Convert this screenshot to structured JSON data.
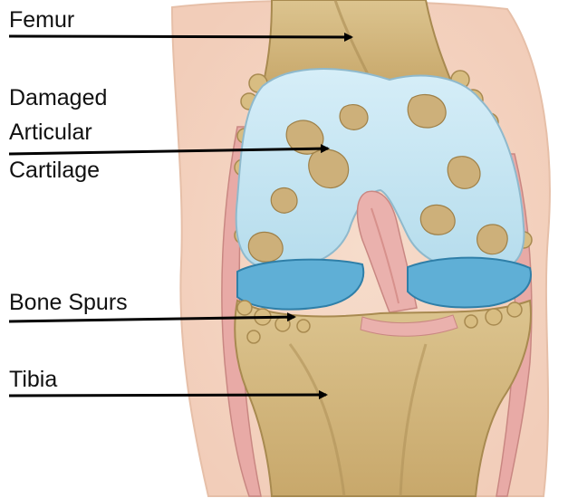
{
  "labels": {
    "femur": "Femur",
    "cartilage_line1": "Damaged",
    "cartilage_line2": "Articular",
    "cartilage_line3": "Cartilage",
    "bone_spurs": "Bone Spurs",
    "tibia": "Tibia"
  },
  "colors": {
    "bone": "#d9c08a",
    "bone_shadow": "#b89a5e",
    "cartilage": "#c8e6f2",
    "meniscus": "#5aa9cf",
    "ligament": "#e7a9a6",
    "skin": "#f4d7c6",
    "arrow": "#000000"
  }
}
